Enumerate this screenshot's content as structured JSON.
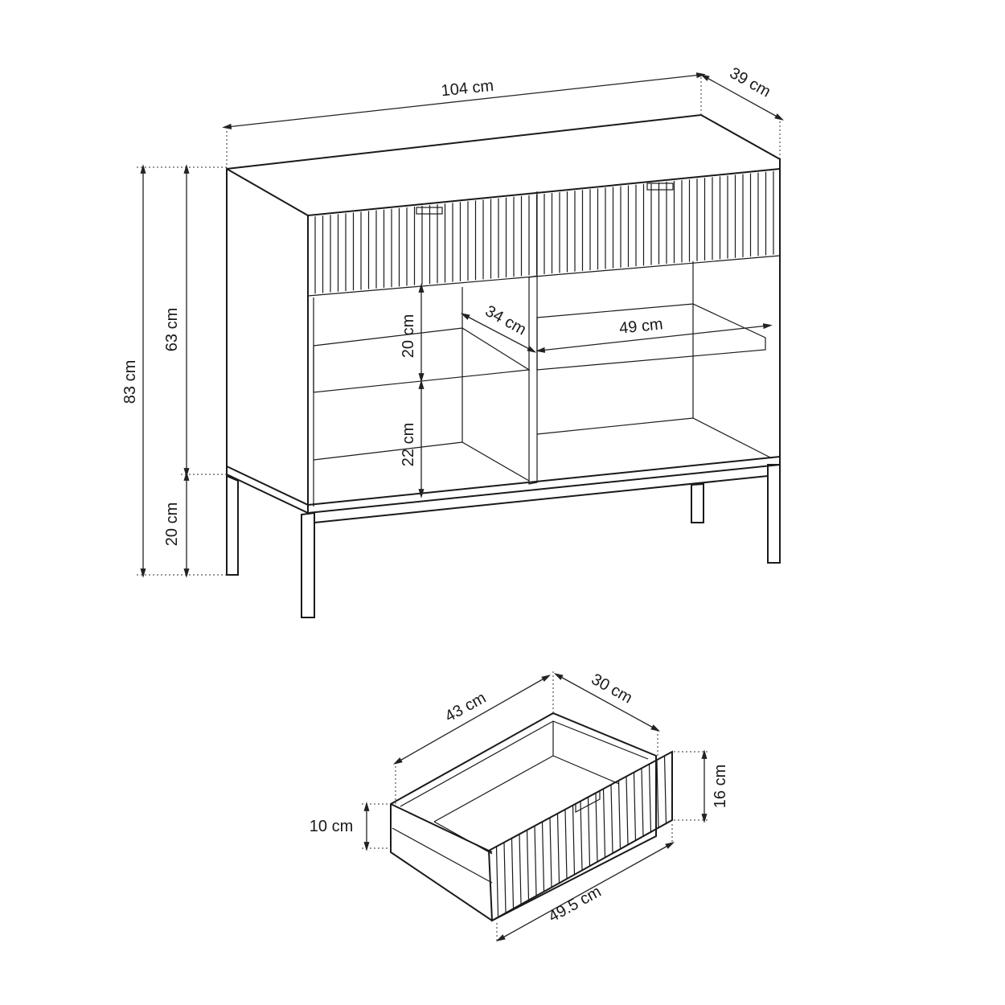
{
  "cabinet": {
    "width": "104 cm",
    "depth": "39 cm",
    "total_height": "83 cm",
    "body_height": "63 cm",
    "leg_height": "20 cm",
    "upper_shelf_height": "20 cm",
    "lower_shelf_height": "22 cm",
    "shelf_depth": "34 cm",
    "shelf_width": "49 cm"
  },
  "drawer": {
    "inner_length": "43 cm",
    "depth": "30 cm",
    "front_height": "16 cm",
    "side_height": "10 cm",
    "front_width": "49.5 cm"
  }
}
